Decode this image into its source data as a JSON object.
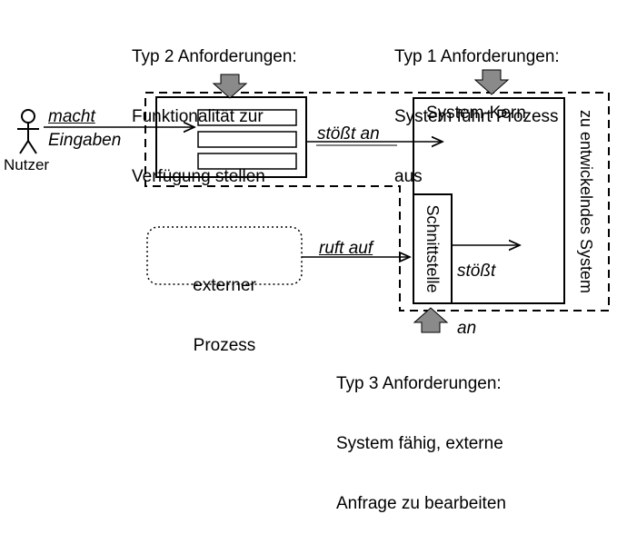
{
  "annotations": {
    "type2": [
      "Typ 2 Anforderungen:",
      "Funktionalität zur",
      "Verfügung stellen"
    ],
    "type1": [
      "Typ 1 Anforderungen:",
      "System führt Prozess",
      "aus"
    ],
    "type3": [
      "Typ 3 Anforderungen:",
      "System fähig, externe",
      "Anfrage zu bearbeiten"
    ]
  },
  "actor": {
    "name": "Nutzer",
    "action": [
      "macht",
      "Eingaben"
    ]
  },
  "flows": {
    "ui_to_core": "stößt an",
    "external_to_interface": "ruft auf",
    "interface_to_core": [
      "stößt",
      "an"
    ]
  },
  "boxes": {
    "core": "System-Kern",
    "interface": "Schnittstelle",
    "external": [
      "externer",
      "Prozess"
    ],
    "system_boundary": "zu entwickelndes System"
  },
  "colors": {
    "line": "#000000",
    "arrow_fill": "#8a8a8a",
    "background": "#ffffff"
  }
}
